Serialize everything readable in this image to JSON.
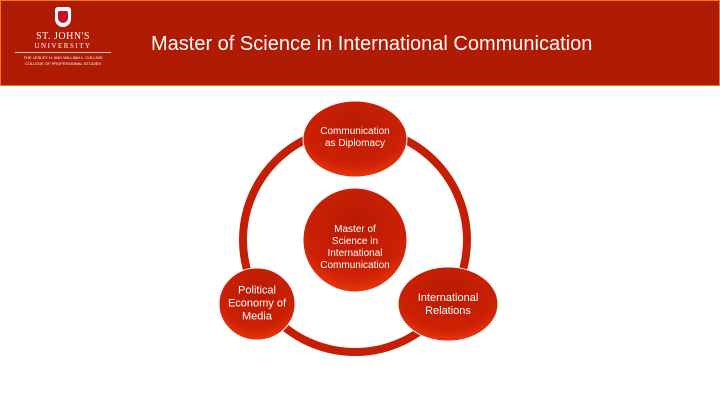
{
  "header": {
    "title": "Master of Science in International Communication",
    "logo": {
      "name": "ST. JOHN'S",
      "university": "UNIVERSITY",
      "college": "THE LESLEY H. AND WILLIAM L. COLLINS COLLEGE OF PROFESSIONAL STUDIES"
    }
  },
  "diagram": {
    "center": "Master of Science in International Communication",
    "nodes": [
      {
        "label": "Communication as Diplomacy"
      },
      {
        "label": "International Relations"
      },
      {
        "label": "Political Economy of Media"
      }
    ]
  },
  "colors": {
    "header": "#b01b03",
    "accent": "#e8791c",
    "node": "#c61c04"
  }
}
